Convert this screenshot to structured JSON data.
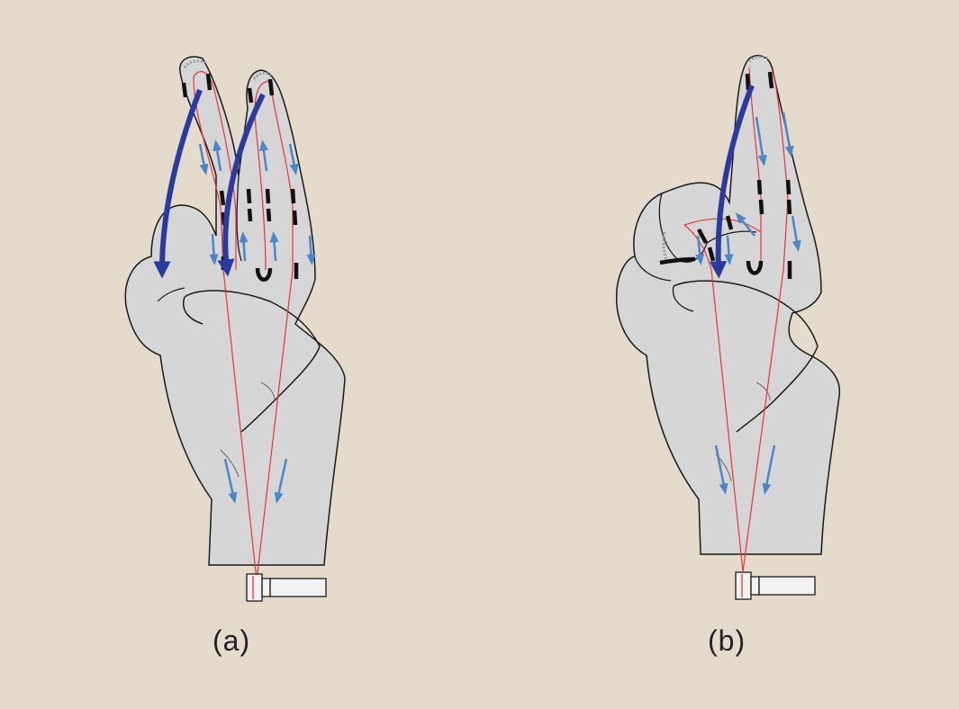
{
  "figure": {
    "panels": [
      {
        "id": "a",
        "label": "(a)"
      },
      {
        "id": "b",
        "label": "(b)"
      }
    ],
    "colors": {
      "background": "#e4dbcd",
      "hand_fill": "#d6d6d6",
      "hand_outline": "#1a1a1a",
      "fiber": "#e8333a",
      "large_arrow": "#2b3a9e",
      "small_arrow": "#4a86c8",
      "sensor_marks": "#111111",
      "device_fill": "#f2f2f2"
    },
    "icons": [
      "hand-illustration",
      "optical-fiber",
      "bend-sensor",
      "flexion-arrow",
      "light-direction-arrow",
      "light-source-device"
    ]
  }
}
